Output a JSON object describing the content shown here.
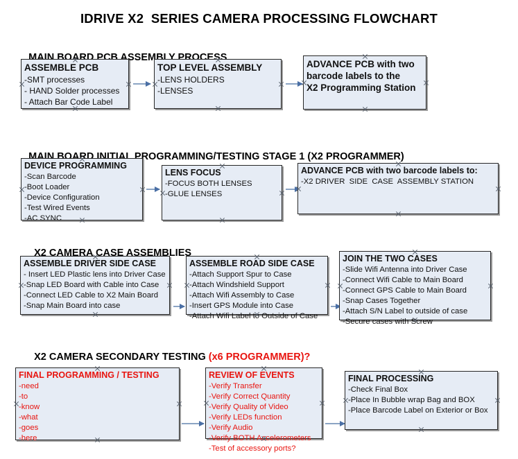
{
  "document": {
    "title": "IDRIVE X2  SERIES CAMERA PROCESSING FLOWCHART",
    "colors": {
      "box_fill": "#e6ecf5",
      "box_border": "#262626",
      "arrow": "#8ba4c4",
      "arrow_head": "#4a6fa5",
      "red_text": "#e8140f",
      "black_text": "#101010"
    }
  },
  "sections": [
    {
      "id": "main-board-pcb-assembly",
      "heading": "MAIN BOARD PCB ASSEMBLY PROCESS",
      "heading_accent": "",
      "boxes": [
        {
          "id": "assemble-pcb",
          "title": "ASSEMBLE PCB",
          "lines": [
            "-SMT processes",
            "- HAND Solder processes",
            "- Attach Bar Code Label"
          ]
        },
        {
          "id": "top-level-assembly",
          "title": "TOP LEVEL ASSEMBLY",
          "lines": [
            "-LENS HOLDERS",
            "-LENSES"
          ]
        },
        {
          "id": "advance-pcb-to-x2-programming-station",
          "title": "ADVANCE PCB with two\nbarcode labels to the\n X2 Programming Station",
          "lines": []
        }
      ]
    },
    {
      "id": "main-board-initial-programming",
      "heading": "MAIN BOARD INITIAL PROGRAMMING/TESTING STAGE 1 (X2 PROGRAMMER)",
      "heading_accent": "",
      "boxes": [
        {
          "id": "device-programming",
          "title": "DEVICE PROGRAMMING",
          "lines": [
            "-Scan Barcode",
            "-Boot Loader",
            "-Device Configuration",
            "-Test Wired Events",
            "-AC SYNC"
          ]
        },
        {
          "id": "lens-focus",
          "title": "LENS FOCUS",
          "lines": [
            "-FOCUS BOTH LENSES",
            "-GLUE LENSES"
          ]
        },
        {
          "id": "advance-pcb-to-driver-side-case-station",
          "title": "ADVANCE PCB with two barcode labels to:",
          "lines": [
            "-X2 DRIVER  SIDE  CASE  ASSEMBLY STATION"
          ]
        }
      ]
    },
    {
      "id": "x2-camera-case-assemblies",
      "heading": "X2 CAMERA CASE ASSEMBLIES",
      "heading_accent": "",
      "boxes": [
        {
          "id": "assemble-driver-side-case",
          "title": "ASSEMBLE DRIVER SIDE CASE",
          "lines": [
            "- Insert LED Plastic lens into Driver Case",
            "-Snap LED Board with Cable into Case",
            "-Connect LED Cable to X2 Main Board",
            "-Snap Main Board into case"
          ]
        },
        {
          "id": "assemble-road-side-case",
          "title": "ASSEMBLE ROAD SIDE CASE",
          "lines": [
            "-Attach Support Spur to Case",
            "-Attach Windshield Support",
            "-Attach Wifi Assembly to Case",
            "-Insert GPS Module into Case",
            "-Attach Wifi Label to Outside of Case"
          ]
        },
        {
          "id": "join-the-two-cases",
          "title": "JOIN THE TWO CASES",
          "lines": [
            "-Slide Wifi Antenna into Driver Case",
            "-Connect Wifi Cable to Main Board",
            "-Connect GPS Cable to Main Board",
            "-Snap Cases Together",
            "-Attach S/N Label to outside of case",
            "-Secure cases with Screw"
          ]
        }
      ]
    },
    {
      "id": "x2-camera-secondary-testing",
      "heading": "X2 CAMERA SECONDARY TESTING ",
      "heading_accent": "(x6 PROGRAMMER)?",
      "boxes": [
        {
          "id": "final-programming-testing",
          "title": "FINAL PROGRAMMING / TESTING",
          "lines": [
            "-need",
            "-to",
            "-know",
            "-what",
            "-goes",
            "-here"
          ]
        },
        {
          "id": "review-of-events",
          "title": "REVIEW OF EVENTS",
          "lines": [
            "-Verify Transfer",
            "-Verify Correct Quantity",
            "-Verify Quality of Video",
            "-Verify LEDs function",
            "-Verify Audio",
            "-Verify BOTH Accelerometers",
            "-Test of accessory ports?"
          ]
        },
        {
          "id": "final-processing",
          "title": "FINAL PROCESSING",
          "lines": [
            "-Check Final Box",
            "-Place In Bubble wrap Bag and BOX",
            "-Place Barcode Label on Exterior or Box"
          ]
        }
      ]
    }
  ]
}
